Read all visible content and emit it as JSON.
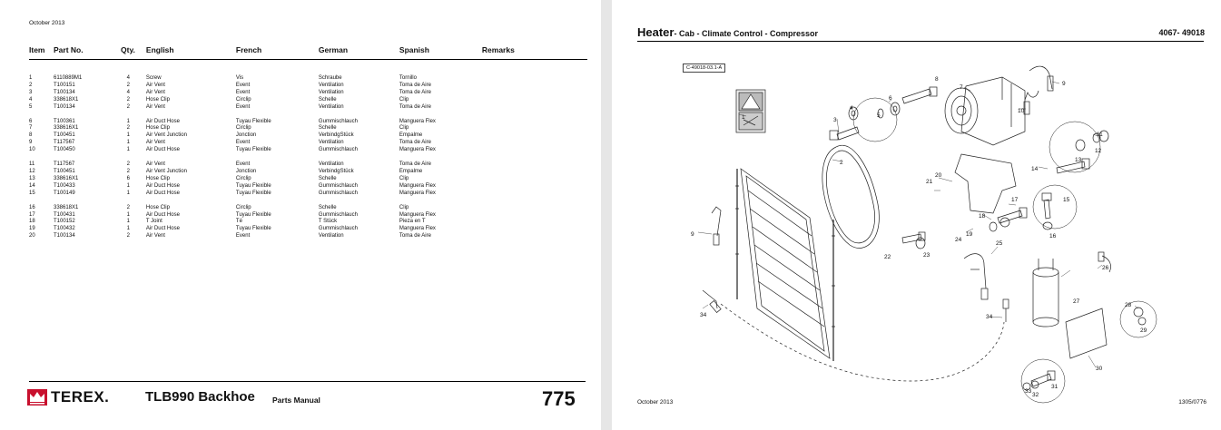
{
  "left": {
    "date": "October 2013",
    "headers": {
      "item": "Item",
      "part_no": "Part No.",
      "qty": "Qty.",
      "english": "English",
      "french": "French",
      "german": "German",
      "spanish": "Spanish",
      "remarks": "Remarks"
    },
    "rows": [
      [
        "1",
        "6110889M1",
        "4",
        "Screw",
        "Vis",
        "Schraube",
        "Tornillo"
      ],
      [
        "2",
        "T100151",
        "2",
        "Air Vent",
        "Event",
        "Ventilation",
        "Toma de Aire"
      ],
      [
        "3",
        "T100134",
        "4",
        "Air Vent",
        "Event",
        "Ventilation",
        "Toma de Aire"
      ],
      [
        "4",
        "338618X1",
        "2",
        "Hose Clip",
        "Circlip",
        "Schelle",
        "Clip"
      ],
      [
        "5",
        "T100134",
        "2",
        "Air Vent",
        "Event",
        "Ventilation",
        "Toma de Aire"
      ],
      [
        "6",
        "T100361",
        "1",
        "Air Duct Hose",
        "Tuyau Flexible",
        "Gummischlauch",
        "Manguera Flex"
      ],
      [
        "7",
        "338616X1",
        "2",
        "Hose Clip",
        "Circlip",
        "Schelle",
        "Clip"
      ],
      [
        "8",
        "T100451",
        "1",
        "Air Vent Junction",
        "Jonction",
        "VerbindgStück",
        "Empalme"
      ],
      [
        "9",
        "T117567",
        "1",
        "Air Vent",
        "Event",
        "Ventilation",
        "Toma de Aire"
      ],
      [
        "10",
        "T100450",
        "1",
        "Air Duct Hose",
        "Tuyau Flexible",
        "Gummischlauch",
        "Manguera Flex"
      ],
      [
        "11",
        "T117567",
        "2",
        "Air Vent",
        "Event",
        "Ventilation",
        "Toma de Aire"
      ],
      [
        "12",
        "T100451",
        "2",
        "Air Vent Junction",
        "Jonction",
        "VerbindgStück",
        "Empalme"
      ],
      [
        "13",
        "338616X1",
        "6",
        "Hose Clip",
        "Circlip",
        "Schelle",
        "Clip"
      ],
      [
        "14",
        "T100433",
        "1",
        "Air Duct Hose",
        "Tuyau Flexible",
        "Gummischlauch",
        "Manguera Flex"
      ],
      [
        "15",
        "T100149",
        "1",
        "Air Duct Hose",
        "Tuyau Flexible",
        "Gummischlauch",
        "Manguera Flex"
      ],
      [
        "16",
        "338618X1",
        "2",
        "Hose Clip",
        "Circlip",
        "Schelle",
        "Clip"
      ],
      [
        "17",
        "T100431",
        "1",
        "Air Duct Hose",
        "Tuyau Flexible",
        "Gummischlauch",
        "Manguera Flex"
      ],
      [
        "18",
        "T100152",
        "1",
        "T Joint",
        "Té",
        "T Stück",
        "Pieza en T"
      ],
      [
        "19",
        "T100432",
        "1",
        "Air Duct Hose",
        "Tuyau Flexible",
        "Gummischlauch",
        "Manguera Flex"
      ],
      [
        "20",
        "T100134",
        "2",
        "Air Vent",
        "Event",
        "Ventilation",
        "Toma de Aire"
      ]
    ],
    "footer": {
      "brand": "TEREX.",
      "product": "TLB990 Backhoe",
      "manual_type": "Parts Manual",
      "page_number": "775"
    }
  },
  "right": {
    "title": "Heater",
    "subtitle": " - Cab - Climate Control - Compressor",
    "code": "4067- 49018",
    "figure_ref": "C-49018-03.1-A",
    "date": "October 2013",
    "page_ref": "1305/0776",
    "callouts": [
      "1",
      "2",
      "3",
      "4",
      "5",
      "6",
      "7",
      "8",
      "9",
      "10",
      "11",
      "12",
      "13",
      "14",
      "15",
      "16",
      "17",
      "18",
      "19",
      "20",
      "21",
      "22",
      "23",
      "24",
      "25",
      "26",
      "27",
      "28",
      "29",
      "30",
      "31",
      "32",
      "33",
      "34",
      "34"
    ]
  }
}
